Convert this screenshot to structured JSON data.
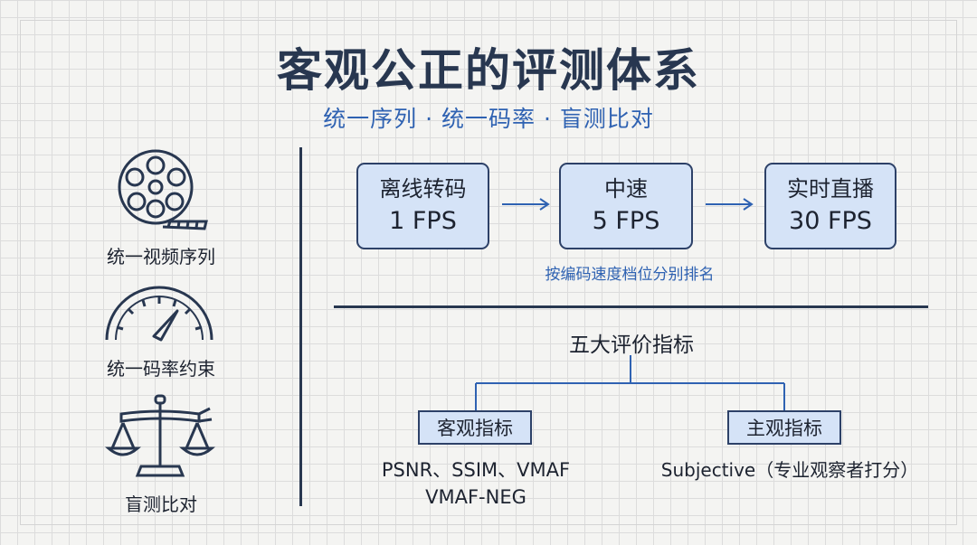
{
  "title": "客观公正的评测体系",
  "subtitle": "统一序列 · 统一码率 · 盲测比对",
  "principles": [
    {
      "icon": "film-reel-icon",
      "label": "统一视频序列"
    },
    {
      "icon": "gauge-icon",
      "label": "统一码率约束"
    },
    {
      "icon": "blindfolded-scale-icon",
      "label": "盲测比对"
    }
  ],
  "speed_tiers": [
    {
      "name": "离线转码",
      "fps": "1 FPS"
    },
    {
      "name": "中速",
      "fps": "5 FPS"
    },
    {
      "name": "实时直播",
      "fps": "30 FPS"
    }
  ],
  "speed_note": "按编码速度档位分别排名",
  "metrics": {
    "title": "五大评价指标",
    "objective": {
      "label": "客观指标",
      "line1": "PSNR、SSIM、VMAF",
      "line2": "VMAF-NEG"
    },
    "subjective": {
      "label": "主观指标",
      "line1": "Subjective（专业观察者打分）"
    }
  },
  "colors": {
    "navy": "#283750",
    "accent_blue": "#2f62b2",
    "box_fill": "#d5e3f7"
  }
}
